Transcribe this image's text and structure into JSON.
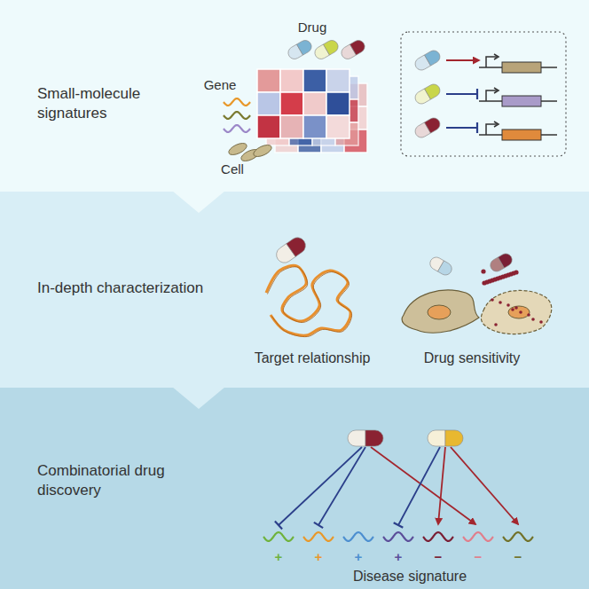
{
  "diagram": {
    "nodes": [
      {
        "text": [
          "Small-molecule signatures"
        ]
      },
      {
        "text": [
          "In-depth characterization"
        ]
      },
      {
        "text": [
          "Combinatorial drug discovery"
        ]
      }
    ],
    "labels": [
      "Drug",
      "Gene",
      "Cell",
      "Target relationship",
      "Drug sensitivity",
      "+",
      "+",
      "+",
      "+",
      "−",
      "−",
      "−",
      "Disease signature"
    ]
  }
}
